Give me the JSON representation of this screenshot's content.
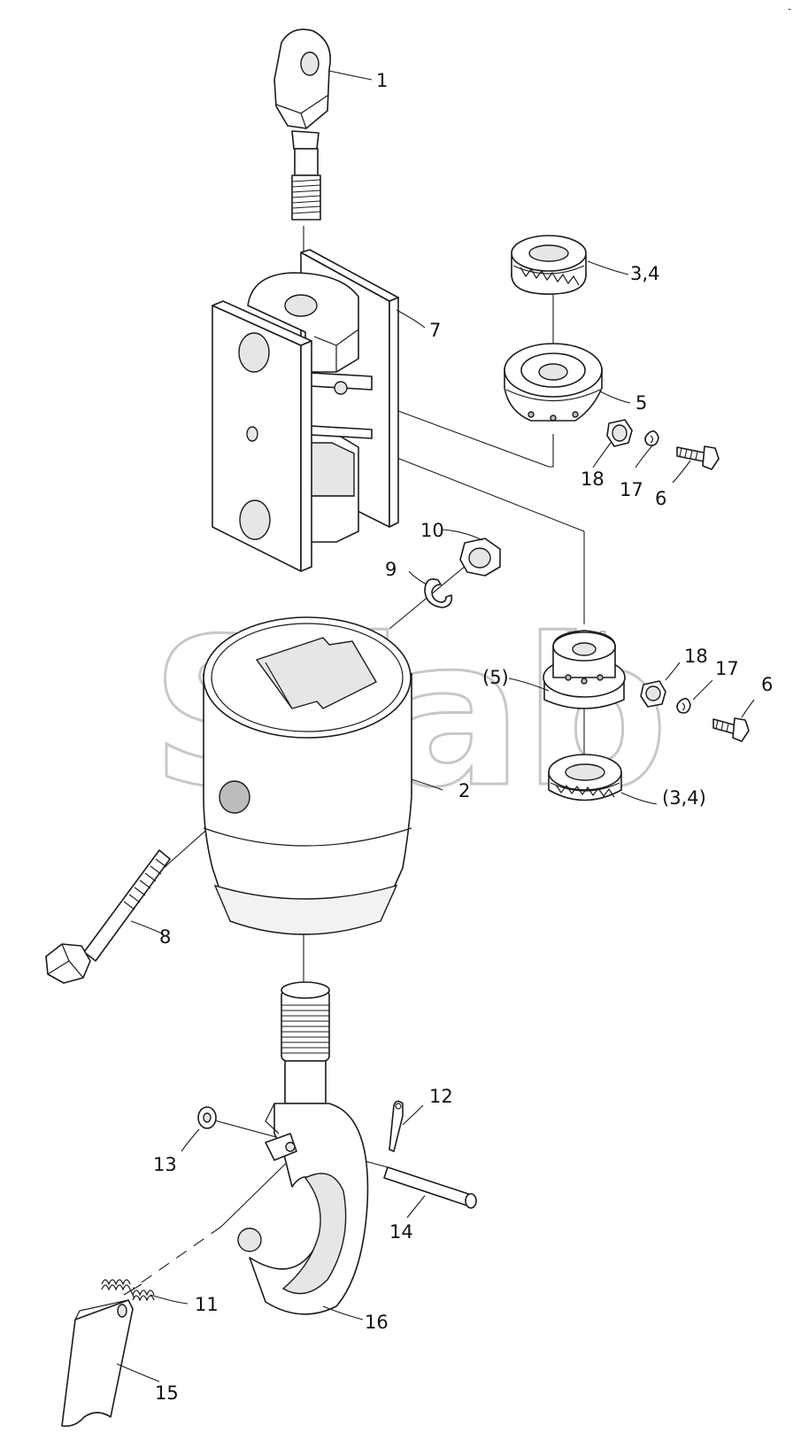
{
  "diagram": {
    "watermark": {
      "text": "Sfab",
      "trademark": "TM"
    },
    "corner_mark": "-",
    "callouts": [
      {
        "id": "c1",
        "text": "1"
      },
      {
        "id": "c2",
        "text": "2"
      },
      {
        "id": "c34",
        "text": "3,4"
      },
      {
        "id": "c5",
        "text": "5"
      },
      {
        "id": "c6a",
        "text": "6"
      },
      {
        "id": "c6b",
        "text": "6"
      },
      {
        "id": "c7",
        "text": "7"
      },
      {
        "id": "c8",
        "text": "8"
      },
      {
        "id": "c9",
        "text": "9"
      },
      {
        "id": "c10",
        "text": "10"
      },
      {
        "id": "c11",
        "text": "11"
      },
      {
        "id": "c12",
        "text": "12"
      },
      {
        "id": "c13",
        "text": "13"
      },
      {
        "id": "c14",
        "text": "14"
      },
      {
        "id": "c15",
        "text": "15"
      },
      {
        "id": "c16",
        "text": "16"
      },
      {
        "id": "c17a",
        "text": "17"
      },
      {
        "id": "c17b",
        "text": "17"
      },
      {
        "id": "c18a",
        "text": "18"
      },
      {
        "id": "c18b",
        "text": "18"
      },
      {
        "id": "c5p",
        "text": "(5)"
      },
      {
        "id": "c34p",
        "text": "(3,4)"
      }
    ]
  }
}
